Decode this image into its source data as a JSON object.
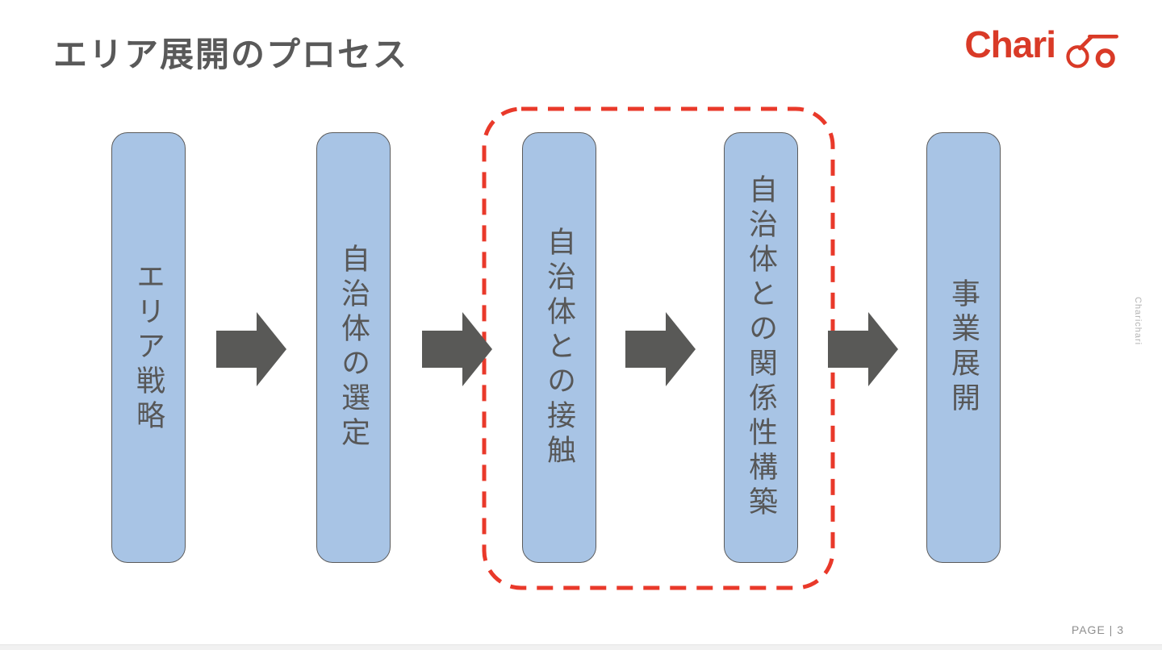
{
  "slide": {
    "title": "エリア展開のプロセス",
    "page_label": "PAGE | 3",
    "watermark": "Charichari"
  },
  "logo": {
    "text": "Chari",
    "icon": "bicycle-icon",
    "color": "#d93a27"
  },
  "diagram": {
    "type": "process-flow",
    "direction": "left-to-right",
    "steps": [
      {
        "label": "エリア戦略",
        "highlighted": false
      },
      {
        "label": "自治体の選定",
        "highlighted": false
      },
      {
        "label": "自治体との接触",
        "highlighted": true
      },
      {
        "label": "自治体との関係性構築",
        "highlighted": true
      },
      {
        "label": "事業展開",
        "highlighted": false
      }
    ],
    "arrow_count": 4,
    "colors": {
      "step_fill": "#a8c4e5",
      "step_border": "#5b5b5b",
      "step_text": "#575757",
      "arrow": "#595957",
      "highlight_outline": "#e9392a",
      "title_text": "#595959",
      "page_text": "#8f8f8f",
      "watermark_text": "#b4b4b4"
    }
  }
}
